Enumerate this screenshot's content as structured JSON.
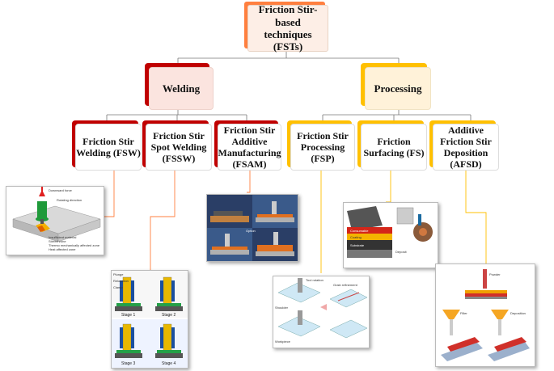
{
  "root": {
    "title": "Friction Stir-based\ntechniques (FSTs)"
  },
  "branches": [
    {
      "title": "Welding",
      "color": "#c00000",
      "fill": "#fbe4df"
    },
    {
      "title": "Processing",
      "color": "#ffc000",
      "fill": "#fff2d9"
    }
  ],
  "leaves": [
    {
      "title": "Friction Stir\nWelding (FSW)"
    },
    {
      "title": "Friction Stir\nSpot Welding\n(FSSW)"
    },
    {
      "title": "Friction Stir\nAdditive\nManufacturing\n(FSAM)"
    },
    {
      "title": "Friction Stir\nProcessing\n(FSP)"
    },
    {
      "title": "Friction\nSurfacing (FS)"
    },
    {
      "title": "Additive\nFriction Stir\nDeposition\n(AFSD)"
    }
  ],
  "panels": {
    "fsw": {
      "labels": [
        "Downward force",
        "Rotating direction",
        "Insufficient material",
        "Stirred zone",
        "Thermo mechanically affected zone",
        "Heat affected zone"
      ]
    },
    "fssw": {
      "stages": [
        "Stage 1",
        "Stage 2",
        "Stage 3",
        "Stage 4"
      ],
      "labels": [
        "Plunge",
        "Relocation",
        "Clamp"
      ]
    },
    "fsam": {
      "labels": [
        "Option"
      ]
    },
    "fsp": {
      "labels": [
        "Tool rotation",
        "Shoulder",
        "Workpiece",
        "Grain refinement"
      ]
    },
    "fs": {
      "labels": [
        "Consumable",
        "Coating",
        "Substrate",
        "Deposit"
      ]
    },
    "afsd": {
      "labels": [
        "Powder",
        "Filler",
        "Deposition"
      ]
    }
  },
  "colors": {
    "root_accent": "#ff7f3f",
    "welding_accent": "#c00000",
    "processing_accent": "#ffc000",
    "connector_welding": "#ff7f3f",
    "connector_processing": "#ffc000"
  }
}
